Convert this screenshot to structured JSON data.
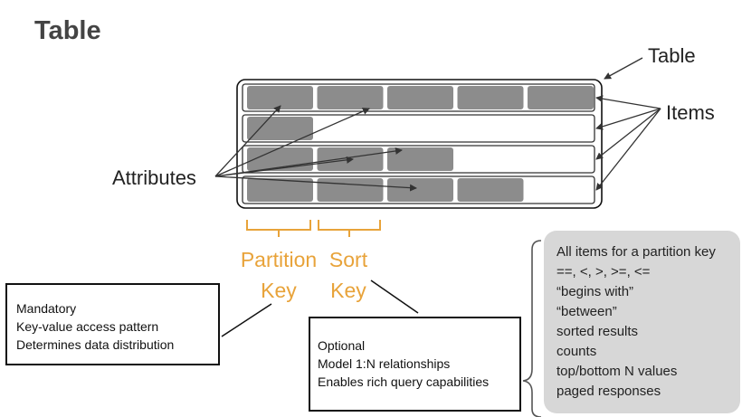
{
  "title": "Table",
  "labels": {
    "table": "Table",
    "items": "Items",
    "attributes": "Attributes",
    "partition_key": [
      "Partition",
      "Key"
    ],
    "sort_key": [
      "Sort",
      "Key"
    ]
  },
  "partition_box": [
    "Mandatory",
    "Key-value access pattern",
    "Determines data distribution"
  ],
  "sort_box": [
    "Optional",
    "Model 1:N relationships",
    "Enables rich query capabilities"
  ],
  "query_box": [
    "All items for a partition key",
    "==, <, >, >=, <=",
    "“begins with”",
    "“between”",
    "sorted results",
    "counts",
    "top/bottom N values",
    "paged responses"
  ],
  "items_per_row": [
    5,
    1,
    3,
    4
  ],
  "colors": {
    "attribute_fill": "#8C8C8C",
    "key_bracket": "#E8A33A",
    "callout_fill": "#D7D7D7",
    "title_text": "#444444"
  }
}
